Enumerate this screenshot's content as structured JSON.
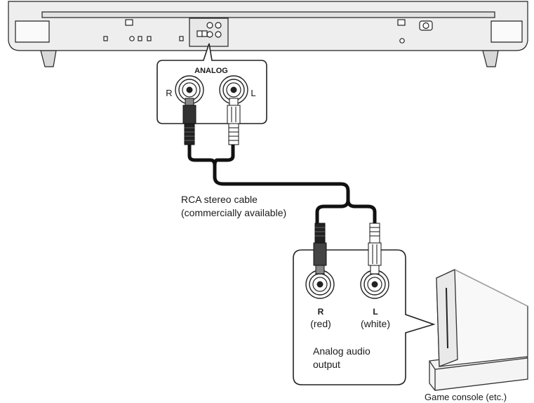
{
  "panel": {
    "jack_group_label": "ANALOG",
    "right_label": "R",
    "left_label": "L"
  },
  "cable": {
    "line1": "RCA stereo cable",
    "line2": "(commercially available)"
  },
  "output": {
    "right_label": "R",
    "right_color": "(red)",
    "left_label": "L",
    "left_color": "(white)",
    "line1": "Analog audio",
    "line2": "output"
  },
  "device": {
    "caption": "Game console (etc.)"
  }
}
